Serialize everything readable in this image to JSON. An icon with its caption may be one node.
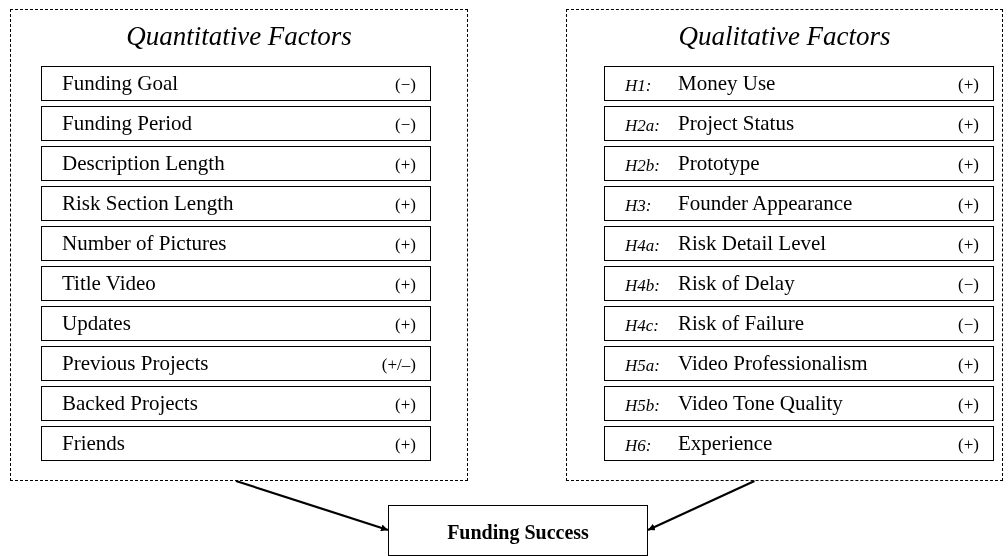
{
  "diagram": {
    "nodes": [
      {
        "text": [
          "Quantitative Factors"
        ]
      },
      {
        "text": [
          "Funding Goal",
          "(−)"
        ],
        "in": 0
      },
      {
        "text": [
          "Funding Period",
          "(−)"
        ],
        "in": 0
      },
      {
        "text": [
          "Description Length",
          "(+)"
        ],
        "in": 0
      },
      {
        "text": [
          "Risk Section Length",
          "(+)"
        ],
        "in": 0
      },
      {
        "text": [
          "Number of Pictures",
          "(+)"
        ],
        "in": 0
      },
      {
        "text": [
          "Title Video",
          "(+)"
        ],
        "in": 0
      },
      {
        "text": [
          "Updates",
          "(+)"
        ],
        "in": 0
      },
      {
        "text": [
          "Previous Projects",
          "(+/–)"
        ],
        "in": 0
      },
      {
        "text": [
          "Backed Projects",
          "(+)"
        ],
        "in": 0
      },
      {
        "text": [
          "Friends",
          "(+)"
        ],
        "in": 0
      },
      {
        "text": [
          "Qualitative Factors"
        ]
      },
      {
        "text": [
          "H1:",
          "Money Use",
          "(+)"
        ],
        "in": 11
      },
      {
        "text": [
          "H2a:",
          "Project Status",
          "(+)"
        ],
        "in": 11
      },
      {
        "text": [
          "H2b:",
          "Prototype",
          "(+)"
        ],
        "in": 11
      },
      {
        "text": [
          "H3:",
          "Founder Appearance",
          "(+)"
        ],
        "in": 11
      },
      {
        "text": [
          "H4a:",
          "Risk Detail Level",
          "(+)"
        ],
        "in": 11
      },
      {
        "text": [
          "H4b:",
          "Risk of Delay",
          "(−)"
        ],
        "in": 11
      },
      {
        "text": [
          "H4c:",
          "Risk of Failure",
          "(−)"
        ],
        "in": 11
      },
      {
        "text": [
          "H5a:",
          "Video Professionalism",
          "(+)"
        ],
        "in": 11
      },
      {
        "text": [
          "H5b:",
          "Video Tone Quality",
          "(+)"
        ],
        "in": 11
      },
      {
        "text": [
          "H6:",
          "Experience",
          "(+)"
        ],
        "in": 11
      },
      {
        "text": [
          "Funding Success"
        ]
      }
    ],
    "edges": [
      {
        "from": 0,
        "to": 22,
        "arrow": "to"
      },
      {
        "from": 11,
        "to": 22,
        "arrow": "to"
      }
    ]
  }
}
